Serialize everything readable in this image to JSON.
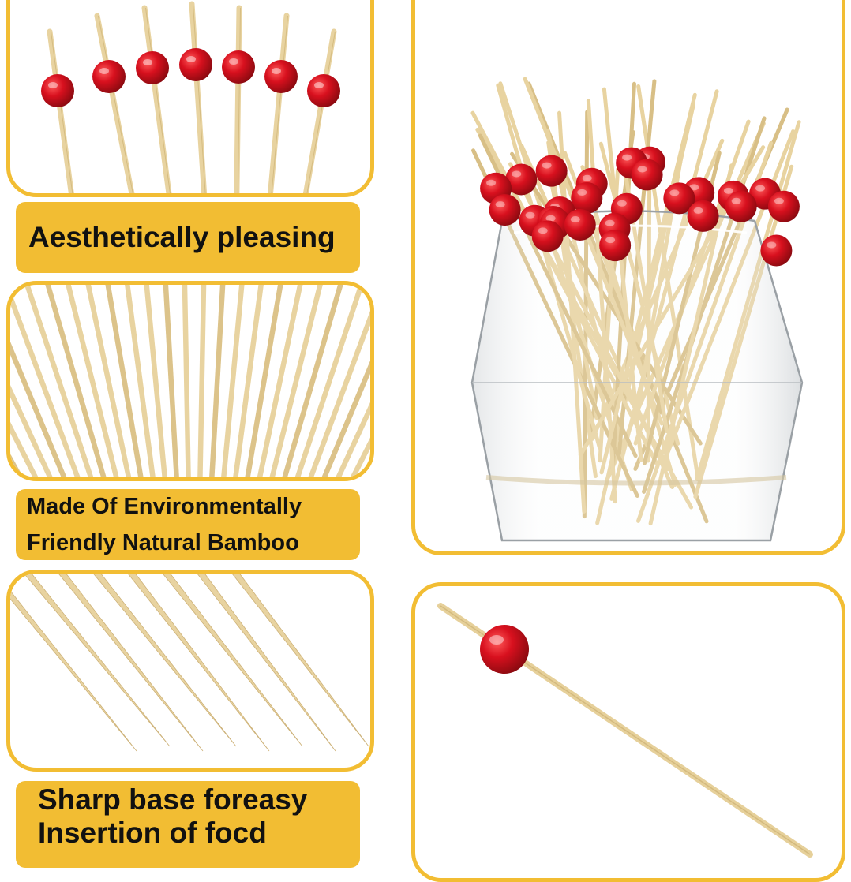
{
  "captions": {
    "aesthetic": "Aesthetically pleasing",
    "material": [
      "Made Of Environmentally",
      "Friendly Natural Bamboo"
    ],
    "sharp": [
      "Sharp base foreasy",
      "Insertion of focd"
    ]
  },
  "colors": {
    "accent": "#f2bd33",
    "bamboo": "#e8d3a0",
    "bead": "#d8101e",
    "background": "#ffffff"
  },
  "icons": {
    "beaded_sticks": "bamboo-pick-with-red-bead",
    "plain_sticks": "bamboo-skewer",
    "glass": "glass-tumbler"
  }
}
